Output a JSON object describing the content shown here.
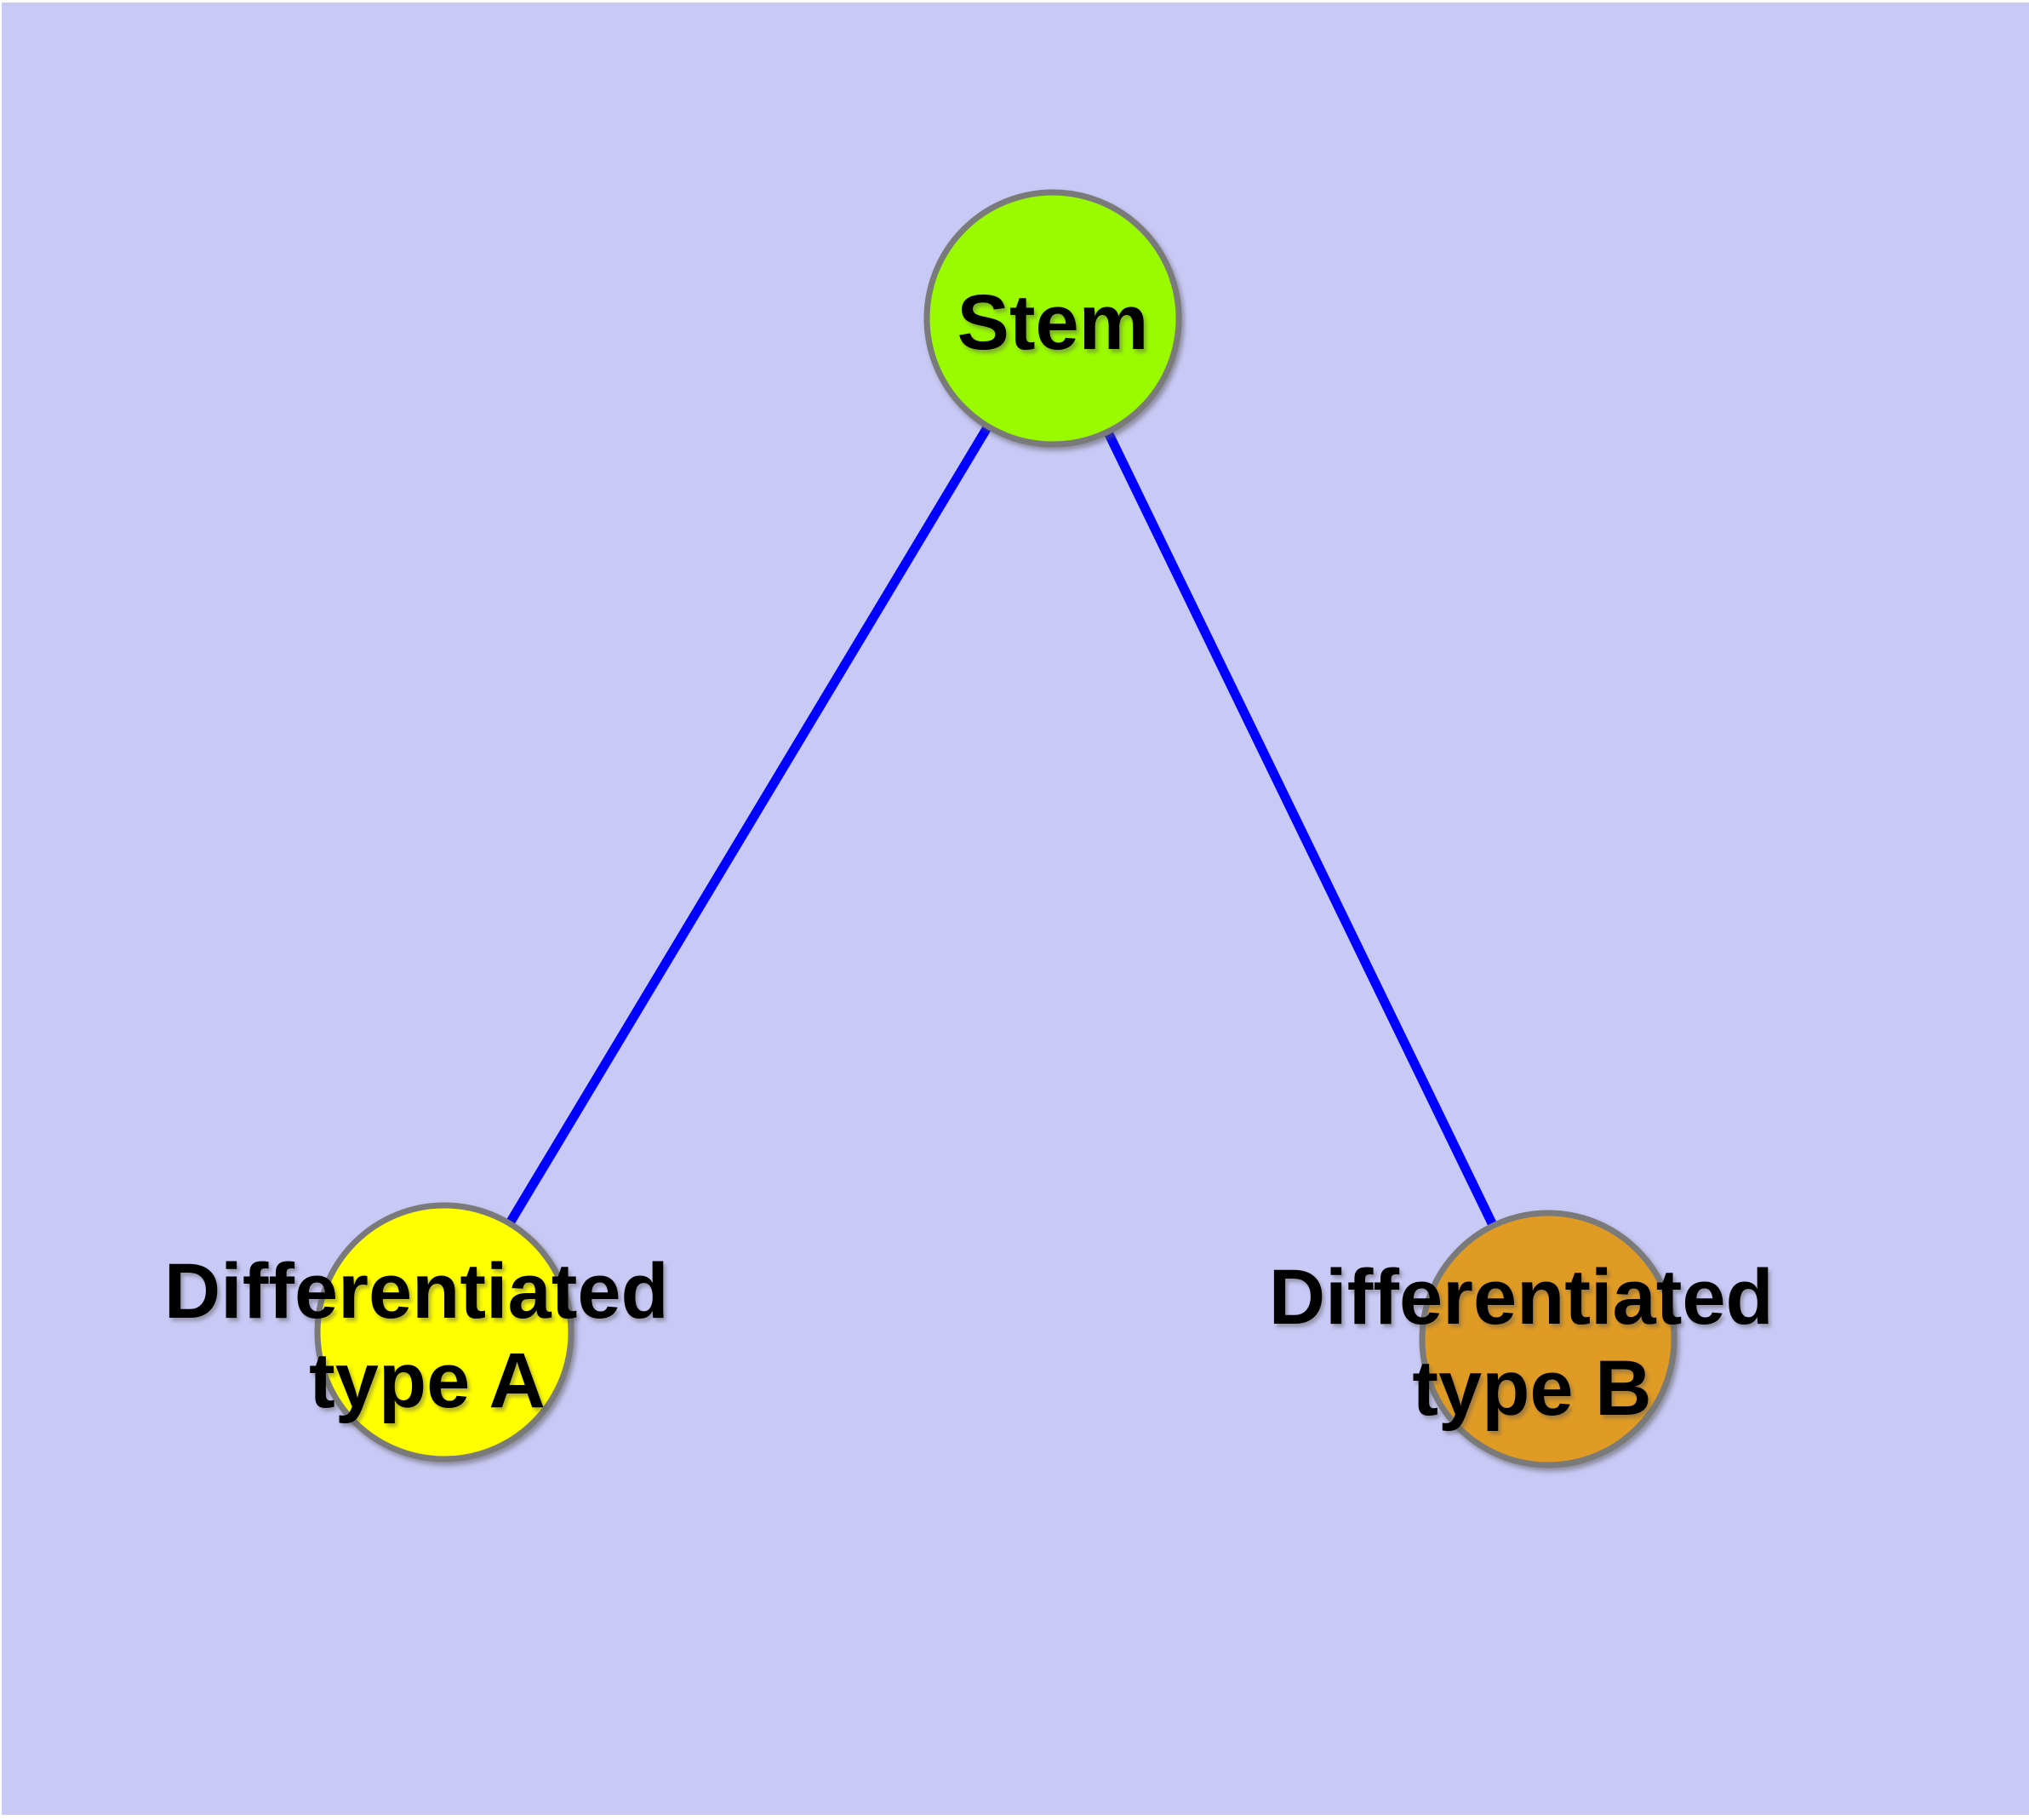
{
  "canvas": {
    "background_color": "#C9C9F6",
    "page_color": "#FFFFFF"
  },
  "graph": {
    "type": "tree",
    "edge_color": "#0000FF",
    "node_border_color": "#7A7A7A",
    "text_color": "#000000",
    "nodes": [
      {
        "id": "stem",
        "label": "Stem",
        "fill_color": "#9AFA00"
      },
      {
        "id": "differentiated-type-a",
        "label_line1": "Differentiated",
        "label_line2": "type A",
        "fill_color": "#FFFF00"
      },
      {
        "id": "differentiated-type-b",
        "label_line1": "Differentiated",
        "label_line2": "type B",
        "fill_color": "#E09B24"
      }
    ],
    "edges": [
      {
        "from": "stem",
        "to": "differentiated-type-a"
      },
      {
        "from": "stem",
        "to": "differentiated-type-b"
      }
    ]
  }
}
